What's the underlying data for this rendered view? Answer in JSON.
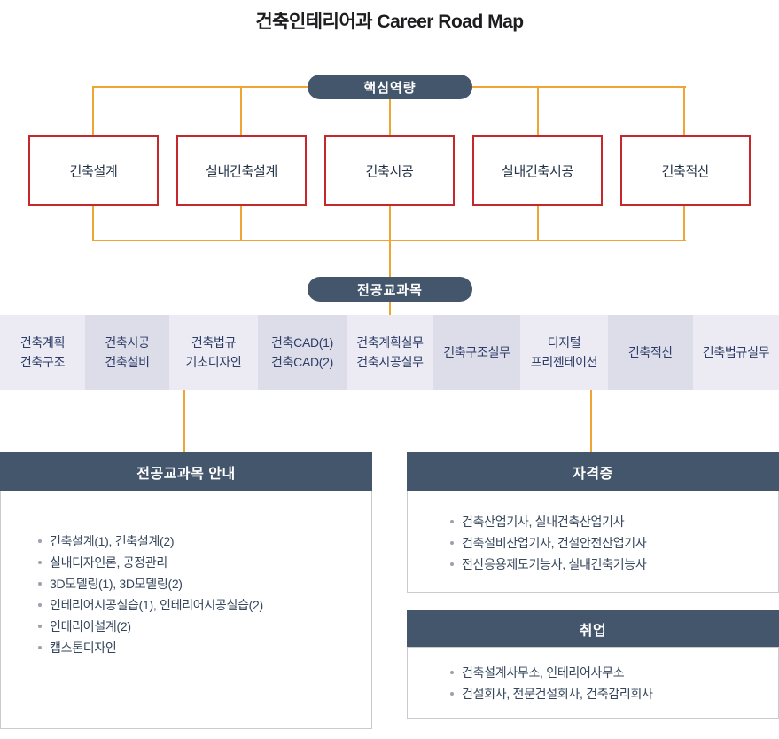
{
  "title": "건축인테리어과 Career Road Map",
  "pills": {
    "core": "핵심역량",
    "major": "전공교과목"
  },
  "competencies": [
    "건축설계",
    "실내건축설계",
    "건축시공",
    "실내건축시공",
    "건축적산"
  ],
  "subjects": [
    "건축계획\n건축구조",
    "건축시공\n건축설비",
    "건축법규\n기초디자인",
    "건축CAD(1)\n건축CAD(2)",
    "건축계획실무\n건축시공실무",
    "건축구조실무",
    "디지털\n프리젠테이션",
    "건축적산",
    "건축법규실무"
  ],
  "course_guide": {
    "title": "전공교과목 안내",
    "items": [
      "건축설계(1), 건축설계(2)",
      "실내디자인론, 공정관리",
      "3D모델링(1), 3D모델링(2)",
      "인테리어시공실습(1), 인테리어시공실습(2)",
      "인테리어설계(2)",
      "캡스톤디자인"
    ]
  },
  "certificates": {
    "title": "자격증",
    "items": [
      "건축산업기사, 실내건축산업기사",
      "건축설비산업기사, 건설안전산업기사",
      "전산응용제도기능사, 실내건축기능사"
    ]
  },
  "employment": {
    "title": "취업",
    "items": [
      "건축설계사무소, 인테리어사무소",
      "건설회사, 전문건설회사, 건축감리회사"
    ]
  },
  "colors": {
    "header_navy": "#44566b",
    "connector_orange": "#f0a431",
    "competency_border_red": "#c4282d",
    "subject_text_navy": "#2c3c66"
  }
}
